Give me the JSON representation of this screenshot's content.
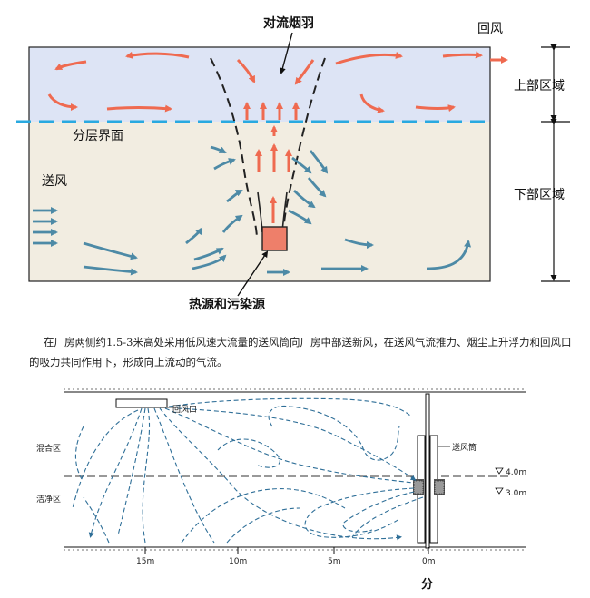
{
  "top_diagram": {
    "plume_label": "对流烟羽",
    "return_air_label": "回风",
    "upper_zone_label": "上部区域",
    "lower_zone_label": "下部区域",
    "interface_label": "分层界面",
    "supply_air_label": "送风",
    "source_label": "热源和污染源",
    "colors": {
      "upper_zone": "#dde4f5",
      "lower_zone": "#f2ede1",
      "interface_line": "#29a9e0",
      "warm_arrow": "#ef6a50",
      "cool_arrow": "#4d8aa6",
      "source": "#ee7f6a"
    }
  },
  "caption": "在厂房两侧约1.5-3米高处采用低风速大流量的送风筒向厂房中部送新风，在送风气流推力、烟尘上升浮力和回风口的吸力共同作用下，形成向上流动的气流。",
  "bottom_diagram": {
    "mixed_zone_label": "混合区",
    "clean_zone_label": "洁净区",
    "return_vent_label": "回风口",
    "supply_duct_label": "送风筒",
    "height_marks": [
      "4.0m",
      "3.0m"
    ],
    "distance_ticks": [
      "15m",
      "10m",
      "5m",
      "0m"
    ],
    "bottom_cut_label": "分"
  }
}
